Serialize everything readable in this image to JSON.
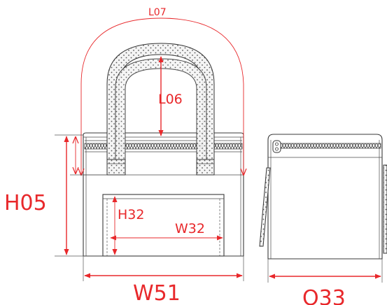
{
  "labels": {
    "handle_arc": "L07",
    "handle_height": "L06",
    "body_height": "H05",
    "pocket_height": "H32",
    "pocket_width": "W32",
    "body_width": "W51",
    "side_width": "O33"
  },
  "colors": {
    "dimension": "#e8282b",
    "outline": "#3a3a3a",
    "handle_fill": "#f2f2f2",
    "background": "#ffffff"
  },
  "icons": {
    "zipper_front": "zipper-teeth",
    "zipper_side": "zipper-pull",
    "dimension_arrows": "arrow-head"
  }
}
